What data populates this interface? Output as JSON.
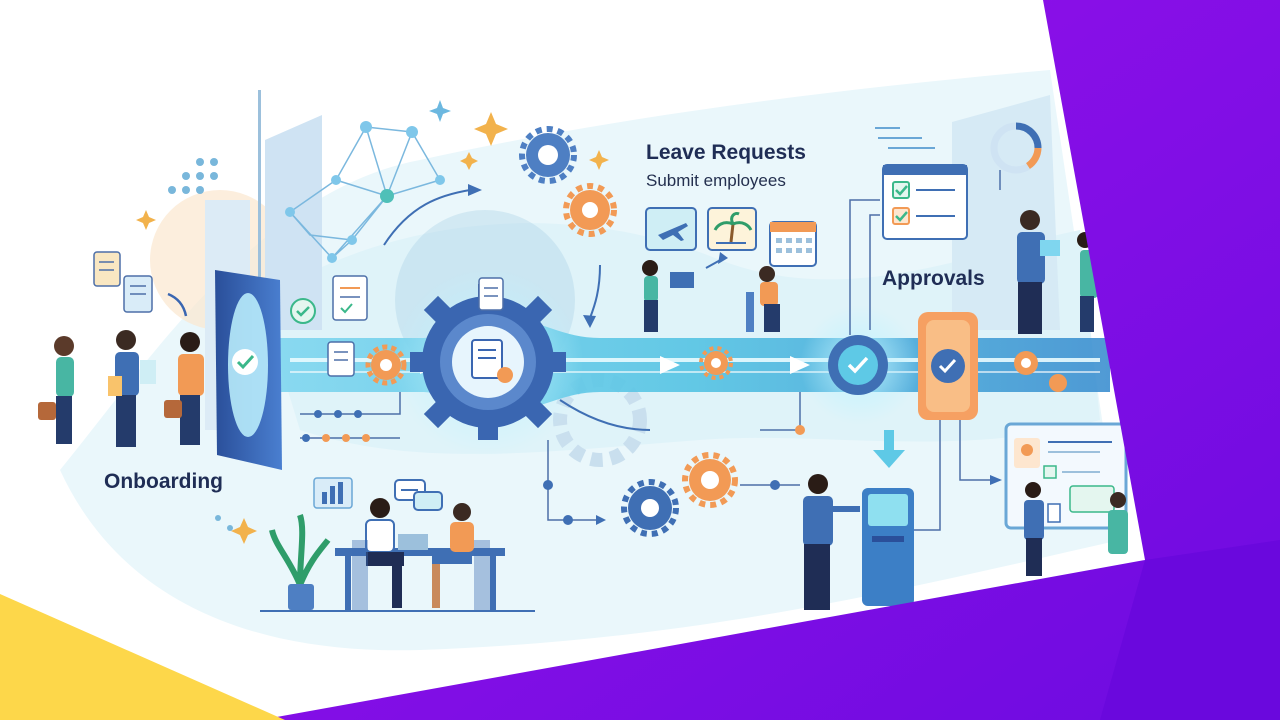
{
  "labels": {
    "onboarding": "Onboarding",
    "leave_requests_title": "Leave Requests",
    "leave_requests_subtitle": "Submit employees",
    "approvals": "Approvals"
  },
  "colors": {
    "background": "#ffffff",
    "flow_band": "#e4f6fb",
    "pipeline": "#5ec9e6",
    "gear_dark": "#3f6fb4",
    "gear_orange": "#f29a55",
    "purple_band": "#8a0ee6",
    "yellow_corner": "#fdd74a",
    "heading_text": "#1f2d55",
    "checkmark": "#3bb88a"
  },
  "icons": [
    "document-icon",
    "gear-icon",
    "check-icon",
    "airplane-icon",
    "palm-tree-icon",
    "calendar-icon",
    "checklist-icon",
    "chat-bubble-icon",
    "bar-chart-icon",
    "sparkle-icon",
    "kiosk-icon",
    "laptop-icon"
  ],
  "people": [
    "onboarding-walkers",
    "leave-request-workers",
    "approvals-managers",
    "meeting-team",
    "kiosk-user",
    "screen-presenters"
  ]
}
